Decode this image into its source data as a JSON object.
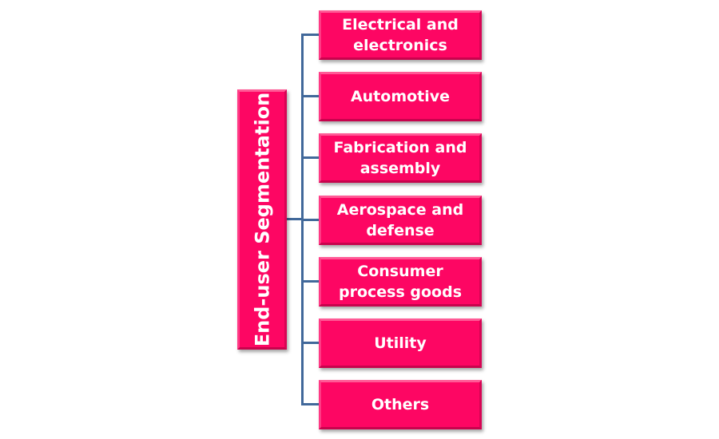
{
  "diagram": {
    "root": {
      "label": "End-user Segmentation"
    },
    "children": [
      {
        "label": "Electrical and electronics"
      },
      {
        "label": "Automotive"
      },
      {
        "label": "Fabrication and assembly"
      },
      {
        "label": "Aerospace and defense"
      },
      {
        "label": "Consumer process goods"
      },
      {
        "label": "Utility"
      },
      {
        "label": "Others"
      }
    ],
    "colors": {
      "box_fill": "#fd0663",
      "box_text": "#ffffff",
      "connector": "#41689a"
    }
  }
}
